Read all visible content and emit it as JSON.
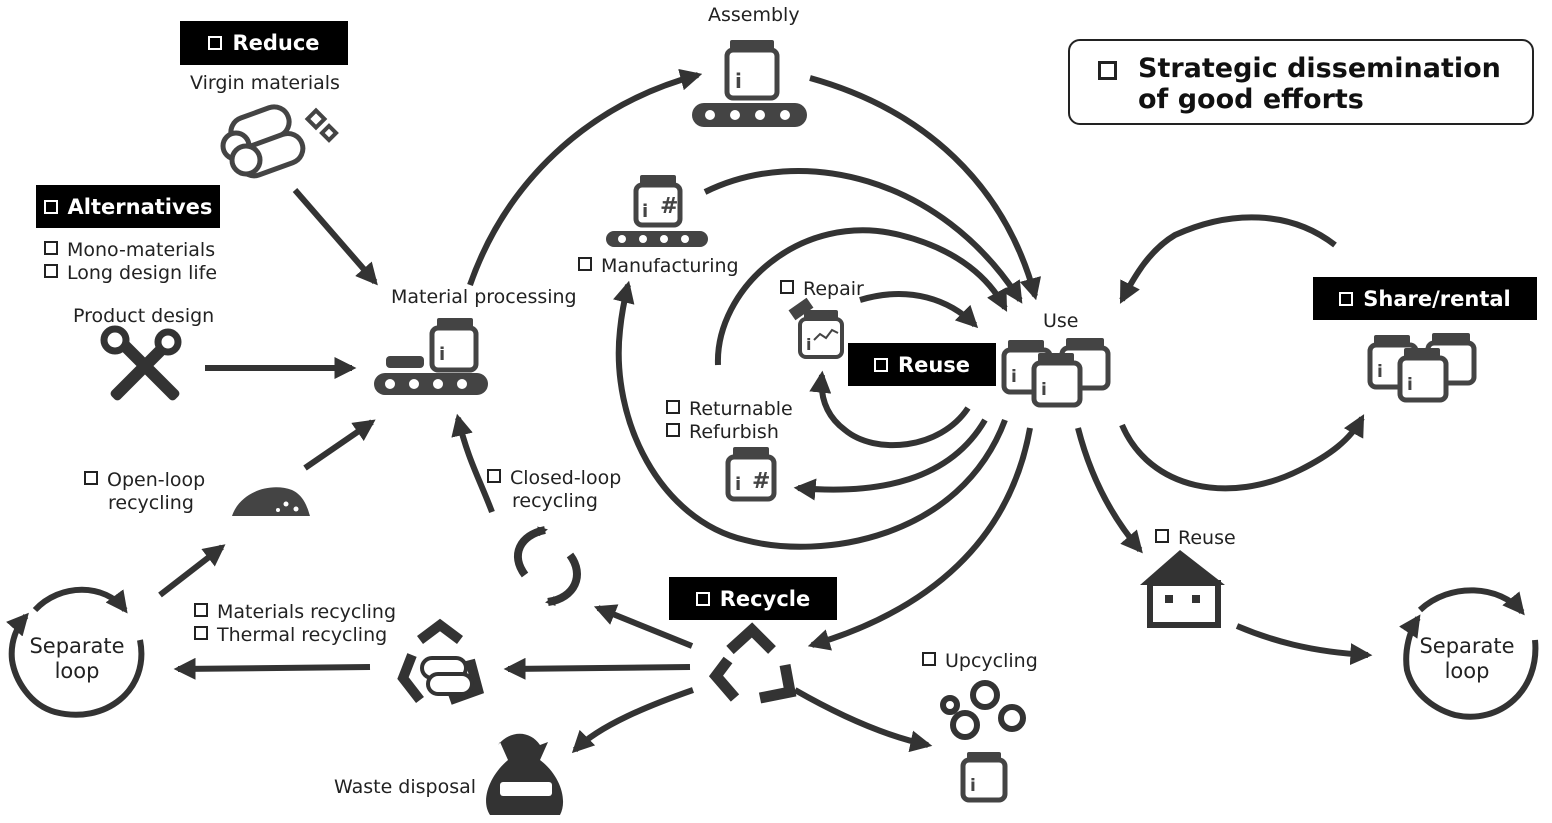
{
  "header": {
    "strategic_line1": "Strategic dissemination",
    "strategic_line2": "of good efforts"
  },
  "badges": {
    "reduce": "Reduce",
    "alternatives": "Alternatives",
    "reuse": "Reuse",
    "recycle": "Recycle",
    "share_rental": "Share/rental"
  },
  "labels": {
    "assembly": "Assembly",
    "virgin_materials": "Virgin materials",
    "mono_materials": "Mono-materials",
    "long_design_life": "Long design life",
    "product_design": "Product design",
    "material_processing": "Material processing",
    "manufacturing": "Manufacturing",
    "repair": "Repair",
    "use": "Use",
    "returnable": "Returnable",
    "refurbish": "Refurbish",
    "open_loop_1": "Open-loop",
    "open_loop_2": "recycling",
    "closed_loop_1": "Closed-loop",
    "closed_loop_2": "recycling",
    "materials_recycling": "Materials recycling",
    "thermal_recycling": "Thermal recycling",
    "reuse_home": "Reuse",
    "upcycling": "Upcycling",
    "waste_disposal": "Waste disposal",
    "separate_loop_left_1": "Separate",
    "separate_loop_left_2": "loop",
    "separate_loop_right_1": "Separate",
    "separate_loop_right_2": "loop"
  },
  "colors": {
    "ink": "#333333",
    "badge_bg": "#000000",
    "badge_text": "#ffffff"
  }
}
